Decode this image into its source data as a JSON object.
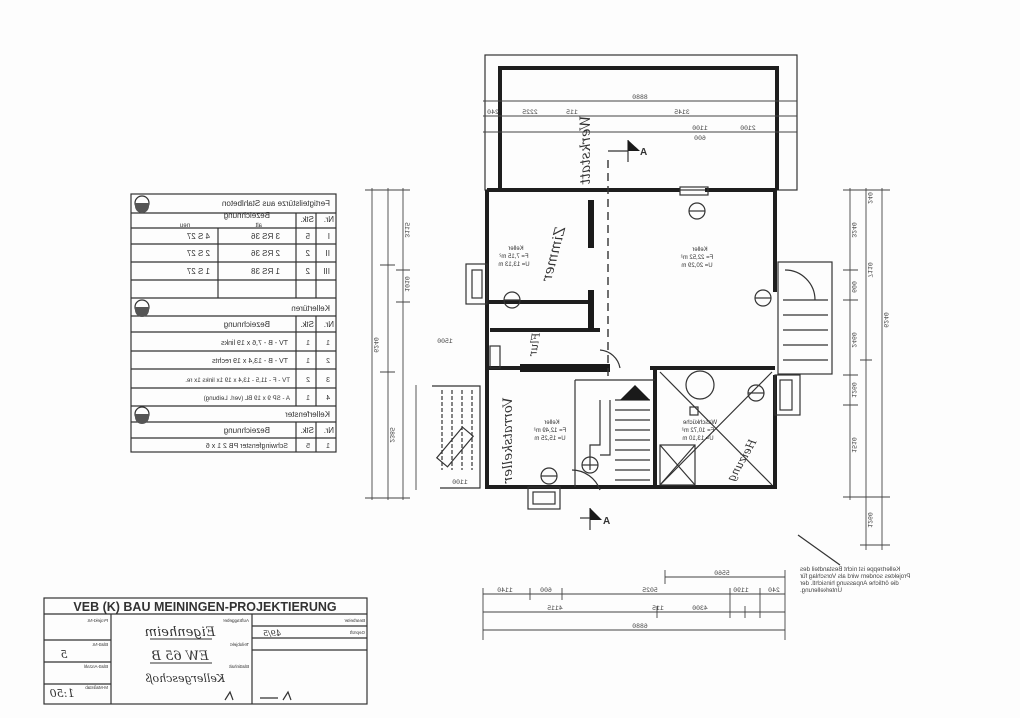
{
  "title_block": {
    "office": "VEB (K) BAU MEININGEN-PROJEKTIERUNG",
    "project": "Eigenheim",
    "type": "EW 65 B",
    "sheet_title": "Kellergeschoß",
    "scale": "1:50",
    "sheet_no": "5",
    "code": "49/5",
    "labels": {
      "project_no": "Projekt-Nr.",
      "sheet": "Blatt-Nr.",
      "sheet_count": "Blatt-Anzahl",
      "scale": "M-Maßstab",
      "client": "Auftraggeber",
      "part": "Teilobjekt",
      "content": "Blattinhalt",
      "drafter": "Bearbeiter",
      "checked": "Geprüft"
    }
  },
  "schedule": {
    "lintels": {
      "title": "Fertigteilstürze aus Stahlbeton",
      "headers": {
        "nr": "Nr.",
        "qty": "Stk.",
        "desc": "Bezeichnung",
        "old": "alt",
        "new": "neu"
      },
      "rows": [
        {
          "nr": "I",
          "qty": "5",
          "old": "3 RS 36",
          "new": "4 S 27"
        },
        {
          "nr": "II",
          "qty": "2",
          "old": "2 RS 36",
          "new": "2 S 27"
        },
        {
          "nr": "III",
          "qty": "2",
          "old": "1 RS 38",
          "new": "1 S 27"
        }
      ]
    },
    "doors": {
      "title": "Kellertüren",
      "headers": {
        "nr": "Nr.",
        "qty": "Stk.",
        "desc": "Bezeichnung"
      },
      "rows": [
        {
          "nr": "1",
          "qty": "1",
          "desc": "TV - B  -  7,6 x 19  links"
        },
        {
          "nr": "2",
          "qty": "1",
          "desc": "TV - B  -  13,4 x 19  rechts"
        },
        {
          "nr": "3",
          "qty": "2",
          "desc": "TV - F - 11,5 - 13,4 x 19  1x links 1x re."
        },
        {
          "nr": "4",
          "qty": "1",
          "desc": "A - SP   9 x 19  BL (verl. Leibung)"
        }
      ]
    },
    "windows": {
      "title": "Kellerfenster",
      "headers": {
        "nr": "Nr.",
        "qty": "Stk.",
        "desc": "Bezeichnung"
      },
      "rows": [
        {
          "nr": "1",
          "qty": "5",
          "desc": "Schwingfenster  PB 2 1 x 6"
        }
      ]
    }
  },
  "rooms": {
    "workshop": "Werkstatt",
    "room": "Zimmer",
    "storage": "Vorratskeller",
    "hall": "Flur",
    "heating": "Heizung",
    "keller_small": {
      "name": "Keller",
      "area": "F= 7,15 m²",
      "perimeter": "U= 13,13 m"
    },
    "keller_large": {
      "name": "Keller",
      "area": "F= 22,52 m²",
      "perimeter": "U= 20,29 m"
    },
    "keller_storage": {
      "name": "Keller",
      "area": "F= 12,49 m²",
      "perimeter": "U= 15,25 m"
    },
    "laundry": {
      "name": "Waschküche",
      "area": "F= 10,72 m²",
      "perimeter": "U= 13,10 m"
    }
  },
  "section_marker": "A",
  "dimensions": {
    "top": [
      "8880",
      "2225",
      "115",
      "3145",
      "2100",
      "1100",
      "240",
      "600"
    ],
    "bottom": [
      "5560",
      "5025",
      "4115",
      "240",
      "1140",
      "600",
      "1190",
      "4300",
      "115",
      "6880"
    ],
    "left": [
      "6240",
      "3115",
      "1010",
      "2385",
      "1500",
      "1100"
    ],
    "right": [
      "3240",
      "600",
      "2460",
      "1260",
      "6240",
      "1510",
      "1260",
      "7110",
      "240"
    ]
  },
  "note": "Kellertreppe ist nicht Bestandteil des Projektes sondern wird als Vorschlag für die örtliche Anpassung hinsichtl. der Unterkellerung."
}
